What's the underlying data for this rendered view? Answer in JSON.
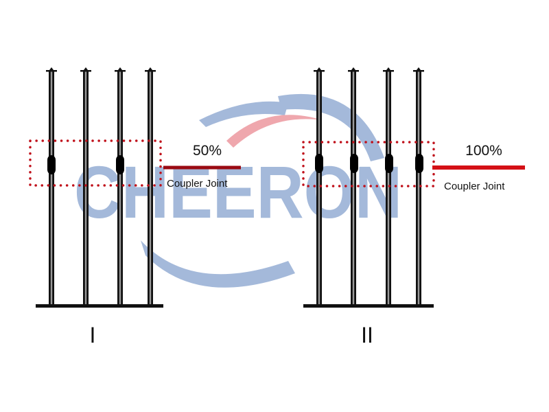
{
  "watermark": {
    "text": "CHEERON",
    "color": "#a4b9da",
    "accent_color": "#efa7ad"
  },
  "colors": {
    "pole": "#111111",
    "pole_highlight": "#9a9a9a",
    "box_dotted": "#c0101a",
    "line_50": "#9a0a12",
    "line_100": "#d41016",
    "base": "#111111"
  },
  "diagram_I": {
    "label": "I",
    "percentage": "50%",
    "caption": "Coupler Joint",
    "poles": 4,
    "joints_at_poles": [
      1,
      3
    ]
  },
  "diagram_II": {
    "label": "II",
    "percentage": "100%",
    "caption": "Coupler Joint",
    "poles": 4,
    "joints_at_poles": [
      1,
      2,
      3,
      4
    ]
  }
}
